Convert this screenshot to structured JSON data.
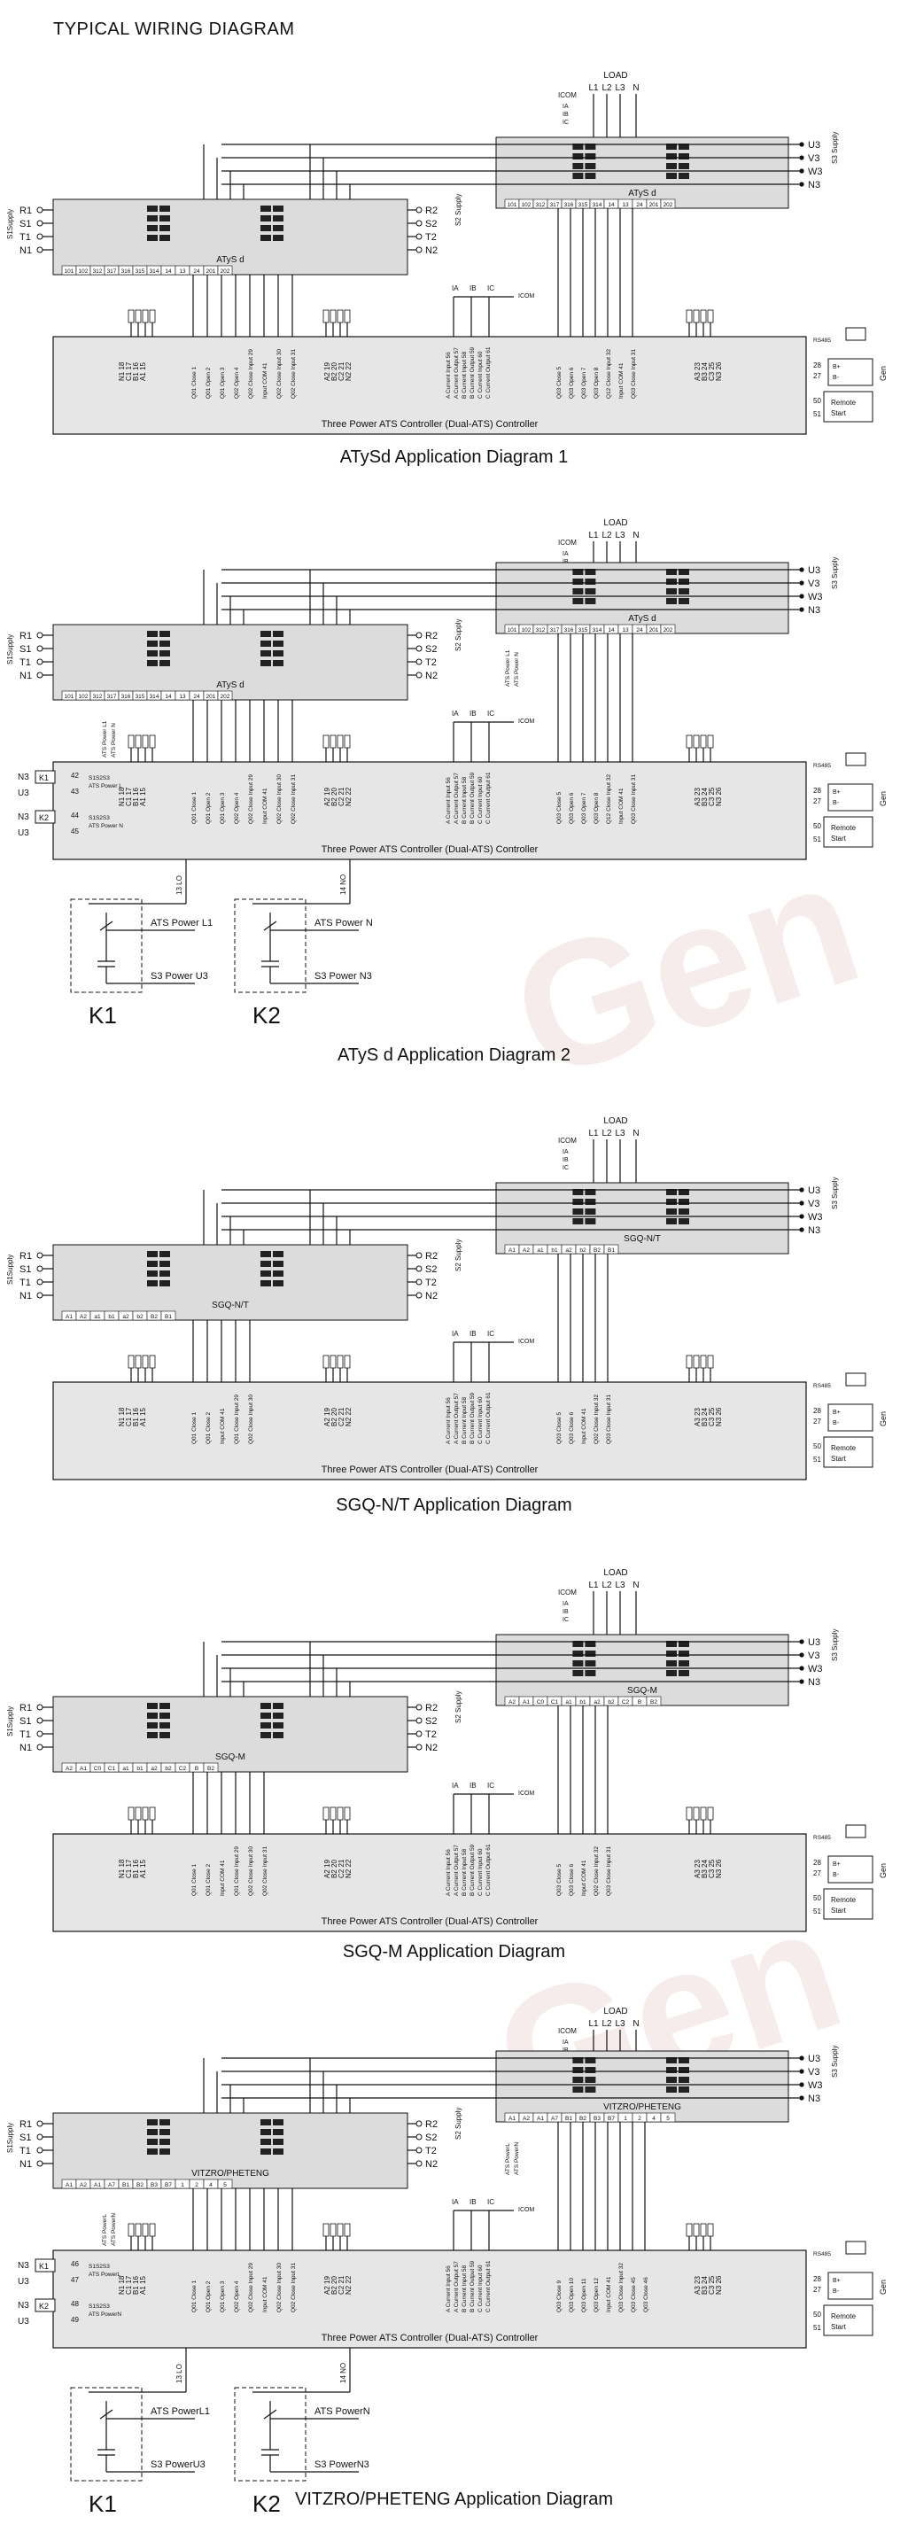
{
  "page_title": "TYPICAL WIRING DIAGRAM",
  "watermark": "Gen",
  "common": {
    "load": "LOAD",
    "icom": "ICOM",
    "ia": "IA",
    "ib": "IB",
    "ic": "IC",
    "l1": "L1",
    "l2": "L2",
    "l3": "L3",
    "n": "N",
    "s1_supply": "S1Supply",
    "s2_supply": "S2 Supply",
    "s3_supply": "S3 Supply",
    "s1_phases": [
      "R1",
      "S1",
      "T1",
      "N1"
    ],
    "s2_phases": [
      "R2",
      "S2",
      "T2",
      "N2"
    ],
    "s3_phases": [
      "U3",
      "V3",
      "W3",
      "N3"
    ],
    "controller": "Three Power ATS Controller (Dual-ATS) Controller",
    "rs485": "RS485",
    "remote_start": "Remote Start",
    "gen": "Gen",
    "b_plus": "B+",
    "b_minus": "B-",
    "t28": "28",
    "t27": "27",
    "t50": "50",
    "t51": "51",
    "left_terms": [
      "N1 18",
      "C1 17",
      "B1 16",
      "A1 15"
    ],
    "mid_terms": [
      "A2 19",
      "B2 20",
      "C2 21",
      "N2 22"
    ],
    "right_terms": [
      "A3 23",
      "B3 24",
      "C3 25",
      "N3 26"
    ],
    "ct_terms": [
      "A Current Input 56",
      "A Current Output 57",
      "B Current Input 58",
      "B Current Output 59",
      "C Current Input 60",
      "C Current Output 61"
    ]
  },
  "diagrams": [
    {
      "caption": "ATySd Application Diagram 1",
      "atys_label": "ATyS d",
      "atys_terms": [
        "101",
        "102",
        "312",
        "317",
        "316",
        "315",
        "314",
        "14",
        "13",
        "24",
        "201",
        "202"
      ],
      "left_io": [
        "Q01 Close 1",
        "Q01 Open 2",
        "Q01 Open 3",
        "Q02 Open 4",
        "Q02 Close Input 29",
        "Input COM 41",
        "Q02 Close Input 30",
        "Q02 Close Input 31"
      ],
      "right_io": [
        "Q03 Close 5",
        "Q03 Open 6",
        "Q03 Open 7",
        "Q03 Open 8",
        "Q12 Close Input 32",
        "Input COM 41",
        "Q03 Close Input 31"
      ],
      "k_labels": null
    },
    {
      "caption": "ATyS d Application Diagram 2",
      "atys_label": "ATyS d",
      "atys_terms": [
        "101",
        "102",
        "312",
        "317",
        "316",
        "315",
        "314",
        "14",
        "13",
        "24",
        "201",
        "202"
      ],
      "left_io": [
        "Q01 Close 1",
        "Q01 Open 2",
        "Q01 Open 3",
        "Q02 Open 4",
        "Q02 Close Input 29",
        "Input COM 41",
        "Q02 Close Input 30",
        "Q02 Close Input 31"
      ],
      "right_io": [
        "Q03 Close 5",
        "Q03 Open 6",
        "Q03 Open 7",
        "Q03 Open 8",
        "Q12 Close Input 32",
        "Input COM 41",
        "Q03 Close Input 31"
      ],
      "ats_power": [
        "ATS Power L1",
        "ATS Power N"
      ],
      "k_labels": {
        "k1": "K1",
        "k2": "K2",
        "n3": "N3",
        "u3": "U3",
        "t42": "42",
        "t43": "43",
        "t44": "44",
        "t45": "45",
        "s1s2s3_l": "S1S2S3",
        "ats_power_l": "ATS Power L",
        "s1s2s3_n": "S1S2S3",
        "ats_power_n": "ATS Power N",
        "lo13": "13 LO",
        "no14": "14 NO",
        "k1_line1": "ATS Power L1",
        "k1_line2": "S3 Power U3",
        "k2_line1": "ATS Power N",
        "k2_line2": "S3 Power N3"
      }
    },
    {
      "caption": "SGQ-N/T Application Diagram",
      "atys_label": "SGQ-N/T",
      "atys_terms": [
        "A1",
        "A2",
        "a1",
        "b1",
        "a2",
        "b2",
        "B2",
        "B1"
      ],
      "left_io": [
        "Q01 Close 1",
        "Q01 Close 2",
        "Input COM 41",
        "Q01 Close Input 29",
        "Q02 Close Input 30"
      ],
      "right_io": [
        "Q03 Close 5",
        "Q03 Close 6",
        "Input COM 41",
        "Q02 Close Input 32",
        "Q03 Close Input 31"
      ],
      "k_labels": null
    },
    {
      "caption": "SGQ-M Application Diagram",
      "atys_label": "SGQ-M",
      "atys_terms": [
        "A2",
        "A1",
        "C0",
        "C1",
        "a1",
        "b1",
        "a2",
        "b2",
        "C2",
        "B",
        "B2"
      ],
      "left_io": [
        "Q01 Close 1",
        "Q01 Close 2",
        "Input COM 41",
        "Q01 Close Input 29",
        "Q02 Close Input 30",
        "Q02 Close Input 31"
      ],
      "right_io": [
        "Q03 Close 5",
        "Q03 Close 6",
        "Input COM 41",
        "Q02 Close Input 32",
        "Q03 Close Input 31"
      ],
      "k_labels": null
    },
    {
      "caption": "VITZRO/PHETENG Application Diagram",
      "atys_label": "VITZRO/PHETENG",
      "atys_terms": [
        "A1",
        "A2",
        "A1",
        "A7",
        "B1",
        "B2",
        "B3",
        "B7",
        "1",
        "2",
        "4",
        "5"
      ],
      "left_io": [
        "Q01 Close 1",
        "Q01 Open 2",
        "Q01 Open 3",
        "Q02 Open 4",
        "Q02 Close Input 29",
        "Input COM 41",
        "Q02 Close Input 30",
        "Q02 Close Input 31"
      ],
      "right_io": [
        "Q03 Close 9",
        "Q03 Open 10",
        "Q03 Open 11",
        "Q03 Open 12",
        "Input COM 41",
        "Q03 Close Input 32",
        "Q03 Close 45",
        "Q03 Close 46"
      ],
      "ats_power": [
        "ATS PowerL",
        "ATS PowerN"
      ],
      "k_labels": {
        "k1": "K1",
        "k2": "K2",
        "n3": "N3",
        "u3": "U3",
        "t42": "46",
        "t43": "47",
        "t44": "48",
        "t45": "49",
        "s1s2s3_l": "S1S2S3",
        "ats_power_l": "ATS PowerL",
        "s1s2s3_n": "S1S2S3",
        "ats_power_n": "ATS PowerN",
        "lo13": "13 LO",
        "no14": "14 NO",
        "k1_line1": "ATS PowerL1",
        "k1_line2": "S3 PowerU3",
        "k2_line1": "ATS PowerN",
        "k2_line2": "S3 PowerN3"
      }
    }
  ]
}
